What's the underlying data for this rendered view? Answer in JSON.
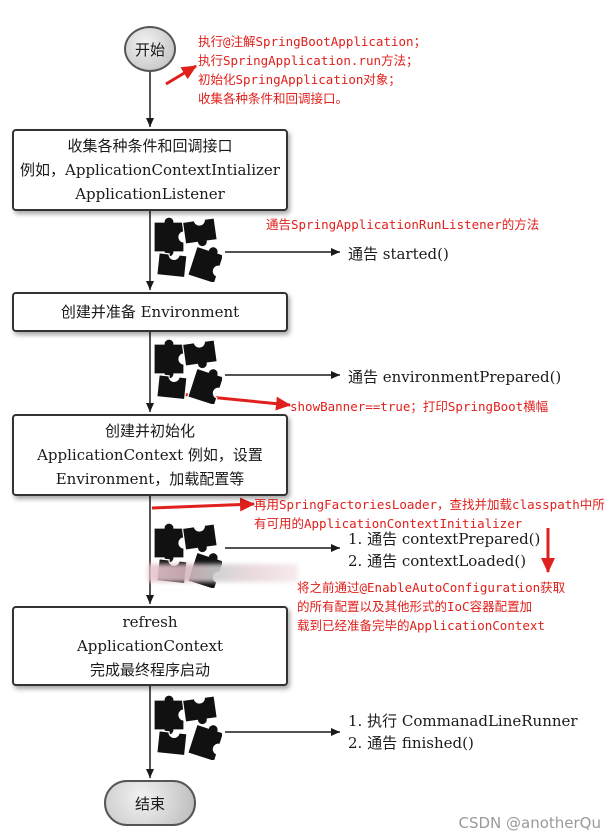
{
  "flow": {
    "start_label": "开始",
    "end_label": "结束",
    "steps": [
      {
        "lines": [
          "收集各种条件和回调接口",
          "例如，ApplicationContextIntializer",
          "ApplicationListener"
        ]
      },
      {
        "lines": [
          "创建并准备 Environment"
        ]
      },
      {
        "lines": [
          "创建并初始化",
          "ApplicationContext 例如，设置",
          "Environment，加载配置等"
        ]
      },
      {
        "lines": [
          "refresh",
          "ApplicationContext",
          "完成最终程序启动"
        ]
      }
    ],
    "events": [
      {
        "lines": [
          "通告 started()"
        ]
      },
      {
        "lines": [
          "通告 environmentPrepared()"
        ]
      },
      {
        "lines": [
          "1. 通告 contextPrepared()",
          "2. 通告 contextLoaded()"
        ]
      },
      {
        "lines": [
          "1. 执行 CommanadLineRunner",
          "2. 通告 finished()"
        ]
      }
    ],
    "puzzle_icon": "puzzle-pieces-icon"
  },
  "annotations": [
    {
      "lines": [
        "执行@注解SpringBootApplication；",
        "执行SpringApplication.run方法；",
        "初始化SpringApplication对象；",
        "收集各种条件和回调接口。"
      ]
    },
    {
      "lines": [
        "通告SpringApplicationRunListener的方法"
      ]
    },
    {
      "lines": [
        "showBanner==true；打印SpringBoot横幅"
      ]
    },
    {
      "lines": [
        "再用SpringFactoriesLoader，查找并加载classpath中所",
        "有可用的ApplicationContextInitializer"
      ]
    },
    {
      "lines": [
        "将之前通过@EnableAutoConfiguration获取",
        "的所有配置以及其他形式的IoC容器配置加",
        "载到已经准备完毕的ApplicationContext"
      ]
    }
  ],
  "watermark": "CSDN @anotherQu",
  "colors": {
    "annotation": "#e0201c",
    "arrow": "#e0201c",
    "flow_line": "#1a1a1a",
    "terminal_fill": "#d4d4d4"
  }
}
